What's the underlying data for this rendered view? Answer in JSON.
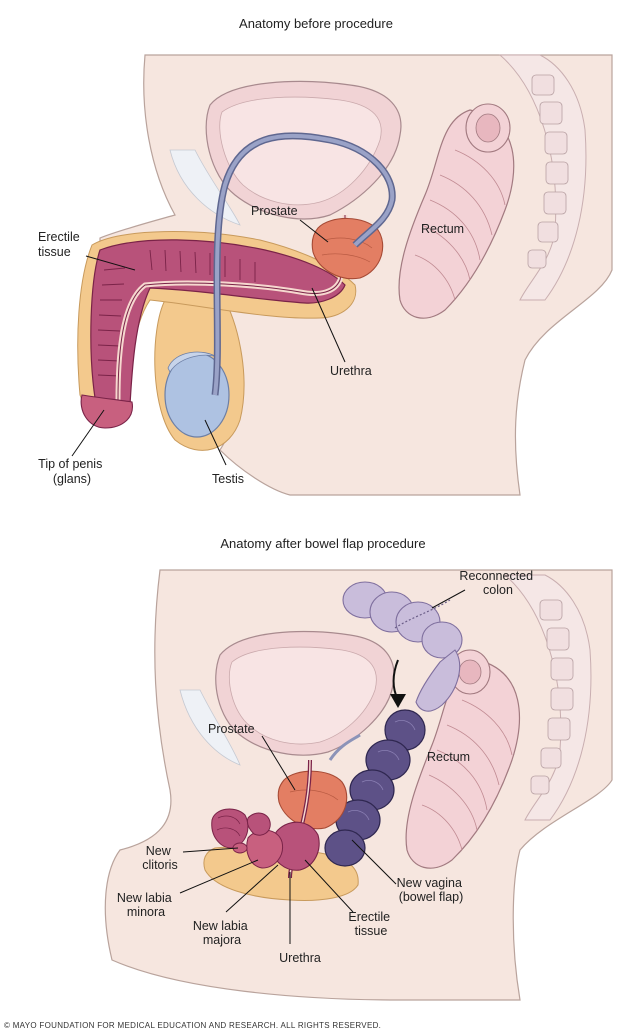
{
  "panel_before": {
    "title": "Anatomy before procedure",
    "labels": {
      "erectile_tissue": [
        "Erectile",
        "tissue"
      ],
      "prostate": "Prostate",
      "rectum": "Rectum",
      "urethra": "Urethra",
      "tip_of_penis": [
        "Tip of penis",
        "(glans)"
      ],
      "testis": "Testis"
    }
  },
  "panel_after": {
    "title": "Anatomy after bowel flap procedure",
    "labels": {
      "reconnected_colon": [
        "Reconnected",
        "colon"
      ],
      "prostate": "Prostate",
      "rectum": "Rectum",
      "new_clitoris": [
        "New",
        "clitoris"
      ],
      "new_labia_minora": [
        "New labia",
        "minora"
      ],
      "new_labia_majora": [
        "New labia",
        "majora"
      ],
      "urethra": "Urethra",
      "erectile_tissue": [
        "Erectile",
        "tissue"
      ],
      "new_vagina": [
        "New vagina",
        "(bowel flap)"
      ]
    }
  },
  "copyright": "© MAYO FOUNDATION FOR MEDICAL EDUCATION AND RESEARCH. ALL RIGHTS RESERVED.",
  "colors": {
    "skin": "#f6e6df",
    "skin_outline": "#b9a39c",
    "bladder": "#f1d3d5",
    "erectile": "#b8527a",
    "erectile_dark": "#7a2348",
    "fat": "#f3c98d",
    "testis": "#aec2e2",
    "prostate": "#e37e63",
    "vas": "#8c93b8",
    "rectum": "#f3d2d6",
    "colon": "#c9bddb",
    "bowel_flap": "#5d5187"
  }
}
